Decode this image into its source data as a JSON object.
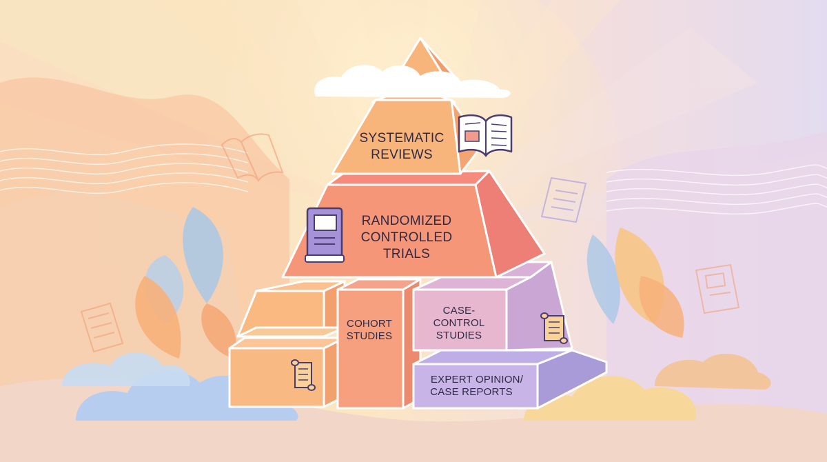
{
  "pyramid": {
    "tiers": [
      {
        "id": "systematic-reviews",
        "lines": [
          "SYSTEMATIC",
          "REVIEWS"
        ],
        "color": "#f7b57c"
      },
      {
        "id": "randomized-controlled-trials",
        "lines": [
          "RANDOMIZED",
          "CONTROLLED",
          "TRIALS"
        ],
        "color": "#f59679"
      },
      {
        "id": "cohort-studies",
        "lines": [
          "COHORT",
          "STUDIES"
        ],
        "color": "#f7a07f"
      },
      {
        "id": "case-control-studies",
        "lines": [
          "CASE-",
          "CONTROL",
          "STUDIES"
        ],
        "color": "#e7b7cf"
      },
      {
        "id": "expert-opinion-case-reports",
        "lines": [
          "EXPERT OPINION/",
          "CASE REPORTS"
        ],
        "color": "#c8b4e6"
      }
    ]
  },
  "icons": [
    "open-book-icon",
    "closed-book-icon",
    "scroll-icon",
    "document-scroll-icon"
  ],
  "palette": {
    "sky_top": "#f9e7c8",
    "sky_right": "#e6dcf1",
    "outline": "#ffffff",
    "text": "#2e2a46"
  }
}
